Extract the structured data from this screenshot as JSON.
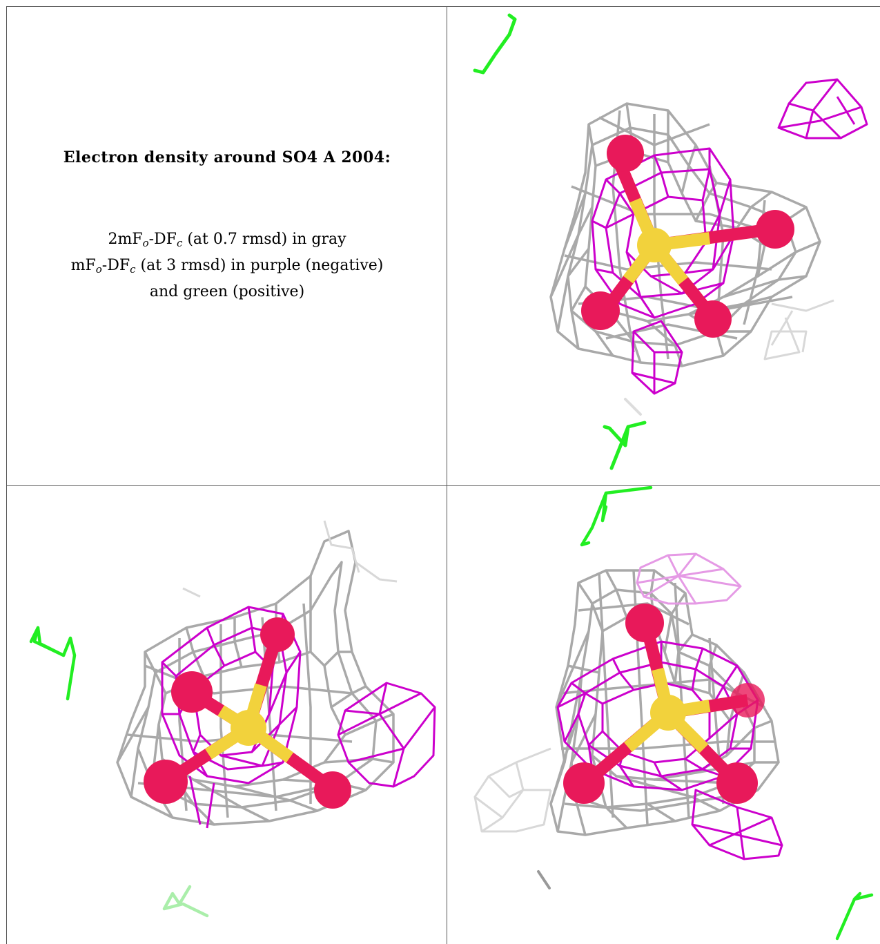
{
  "caption": {
    "title": "Electron density around SO4 A 2004:",
    "line1_pre": "2mF",
    "line1_sub1": "o",
    "line1_mid": "-DF",
    "line1_sub2": "c",
    "line1_post": " (at 0.7 rmsd) in gray",
    "line2_pre": "mF",
    "line2_sub1": "o",
    "line2_mid": "-DF",
    "line2_sub2": "c",
    "line2_post": " (at 3 rmsd) in purple (negative)",
    "line3": "and green (positive)"
  },
  "colors": {
    "gray_mesh": "#a9a9a9",
    "light_mesh": "#d8d8d8",
    "purple_mesh": "#cc00cc",
    "green_mesh": "#22ee22",
    "oxygen": "#e8195a",
    "sulfur": "#f2d23c",
    "border": "#555555"
  },
  "views": [
    {
      "name": "view-top-right"
    },
    {
      "name": "view-bottom-left"
    },
    {
      "name": "view-bottom-right"
    }
  ]
}
